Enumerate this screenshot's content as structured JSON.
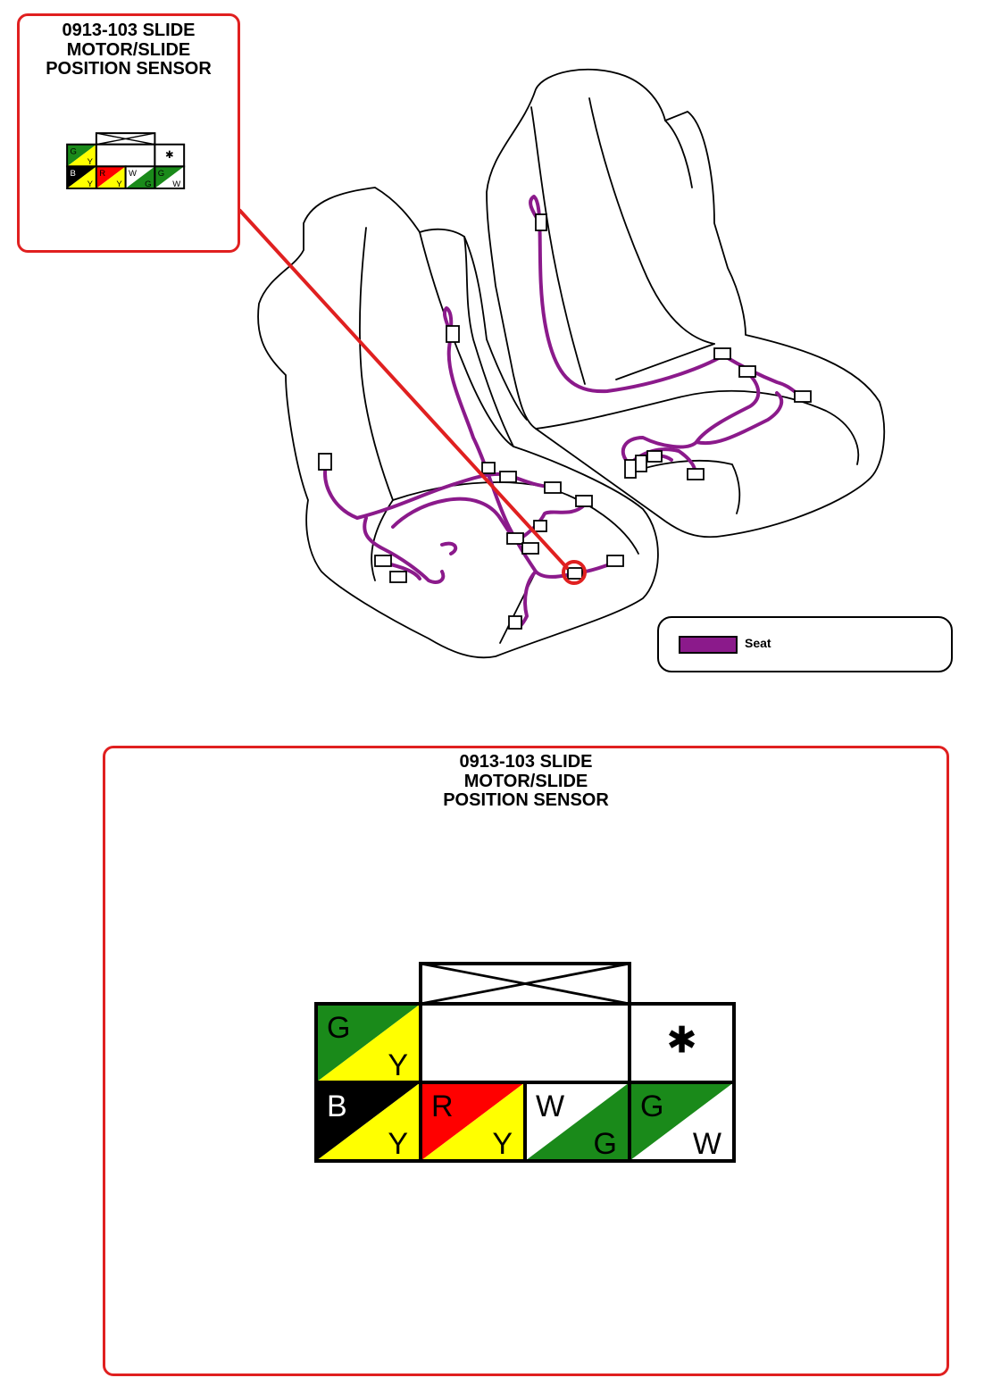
{
  "connector": {
    "code": "0913-103",
    "title": "0913-103 SLIDE\nMOTOR/SLIDE\nPOSITION SENSOR"
  },
  "colors": {
    "callout_red": "#e02020",
    "harness_seat": "#8b1a8b",
    "G": "#1a8a1a",
    "Y": "#ffff00",
    "B": "#000000",
    "R": "#ff0000",
    "W": "#ffffff"
  },
  "pins": {
    "top_row": [
      {
        "primary": "G",
        "secondary": "Y"
      },
      {
        "primary": "",
        "secondary": ""
      },
      {
        "primary": "*",
        "secondary": ""
      }
    ],
    "bottom_row": [
      {
        "primary": "B",
        "secondary": "Y"
      },
      {
        "primary": "R",
        "secondary": "Y"
      },
      {
        "primary": "W",
        "secondary": "G"
      },
      {
        "primary": "G",
        "secondary": "W"
      }
    ]
  },
  "legend": {
    "items": [
      {
        "label": "Seat",
        "color": "#8b1a8b"
      }
    ]
  }
}
